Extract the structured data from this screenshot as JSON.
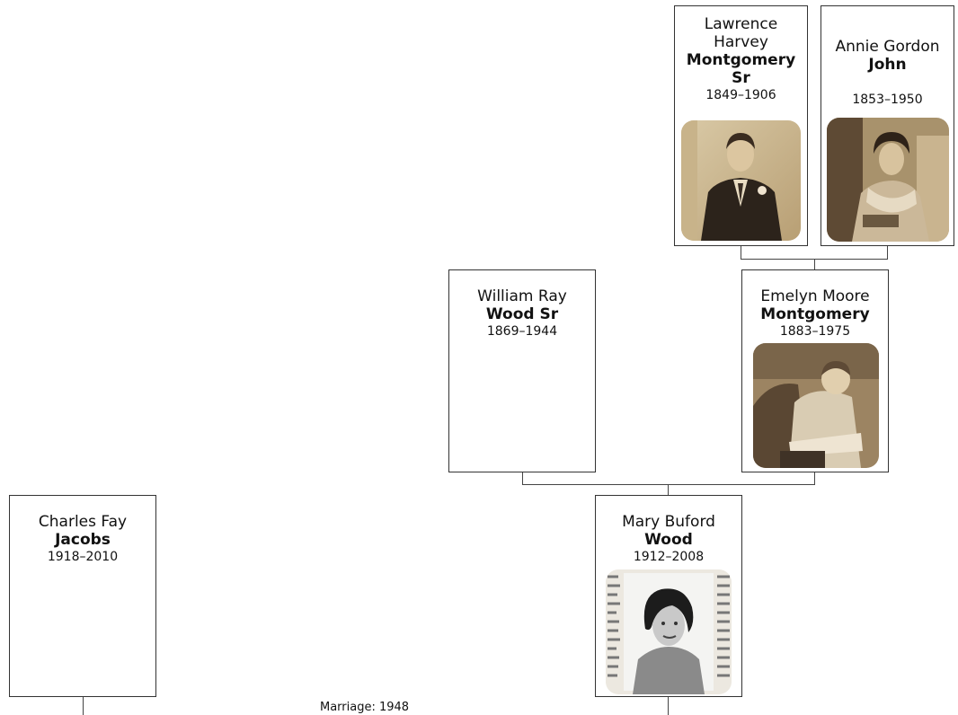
{
  "people": {
    "lawrence": {
      "given": "Lawrence Harvey",
      "surname": "Montgomery Sr",
      "years": "1849–1906",
      "photo": "portrait-photo-man-suit"
    },
    "annie": {
      "given": "Annie Gordon",
      "surname": "John",
      "years": "1853–1950",
      "photo": "portrait-photo-seated-woman"
    },
    "william": {
      "given": "William Ray",
      "surname": "Wood Sr",
      "years": "1869–1944"
    },
    "emelyn": {
      "given": "Emelyn Moore",
      "surname": "Montgomery",
      "years": "1883–1975",
      "photo": "portrait-photo-woman-with-child"
    },
    "mary": {
      "given": "Mary Buford",
      "surname": "Wood",
      "years": "1912–2008",
      "photo": "newspaper-obituary-photo"
    },
    "charles": {
      "given": "Charles Fay",
      "surname": "Jacobs",
      "years": "1918–2010"
    }
  },
  "marriage": {
    "label": "Marriage: 1948"
  },
  "colors": {
    "border": "#333333",
    "connector": "#444444",
    "sepia": "#c9b48f"
  }
}
